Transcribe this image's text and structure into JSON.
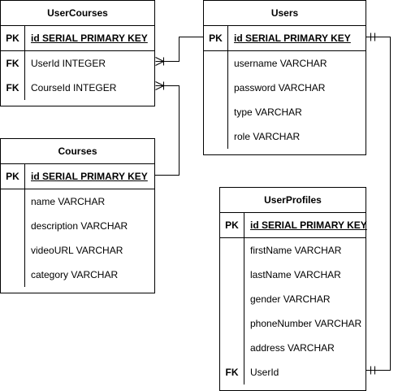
{
  "entities": {
    "usercourses": {
      "title": "UserCourses",
      "rows": [
        {
          "key": "PK",
          "field": "id SERIAL PRIMARY KEY"
        },
        {
          "key": "FK",
          "field": "UserId INTEGER"
        },
        {
          "key": "FK",
          "field": "CourseId INTEGER"
        }
      ]
    },
    "users": {
      "title": "Users",
      "rows": [
        {
          "key": "PK",
          "field": "id SERIAL PRIMARY KEY"
        },
        {
          "key": "",
          "field": "username VARCHAR"
        },
        {
          "key": "",
          "field": "password VARCHAR"
        },
        {
          "key": "",
          "field": "type VARCHAR"
        },
        {
          "key": "",
          "field": "role VARCHAR"
        }
      ]
    },
    "courses": {
      "title": "Courses",
      "rows": [
        {
          "key": "PK",
          "field": "id SERIAL PRIMARY  KEY"
        },
        {
          "key": "",
          "field": "name VARCHAR"
        },
        {
          "key": "",
          "field": "description VARCHAR"
        },
        {
          "key": "",
          "field": "videoURL VARCHAR"
        },
        {
          "key": "",
          "field": "category VARCHAR"
        }
      ]
    },
    "userprofiles": {
      "title": "UserProfiles",
      "rows": [
        {
          "key": "PK",
          "field": "id SERIAL PRIMARY KEY"
        },
        {
          "key": "",
          "field": "firstName VARCHAR"
        },
        {
          "key": "",
          "field": "lastName VARCHAR"
        },
        {
          "key": "",
          "field": "gender VARCHAR"
        },
        {
          "key": "",
          "field": "phoneNumber VARCHAR"
        },
        {
          "key": "",
          "field": "address VARCHAR"
        },
        {
          "key": "FK",
          "field": "UserId"
        }
      ]
    }
  },
  "relationships": [
    {
      "from": "UserCourses.UserId",
      "to": "Users.id",
      "from_end": "many",
      "to_end": "one"
    },
    {
      "from": "UserCourses.CourseId",
      "to": "Courses.id",
      "from_end": "many",
      "to_end": "one"
    },
    {
      "from": "UserProfiles.UserId",
      "to": "Users.id",
      "from_end": "one",
      "to_end": "one"
    }
  ]
}
